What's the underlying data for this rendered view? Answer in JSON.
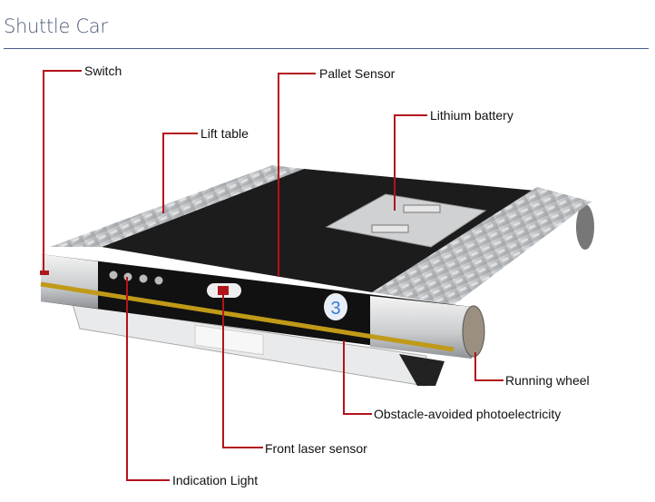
{
  "header": {
    "title": "Shuttle Car"
  },
  "figure": {
    "car_number": "3",
    "labels": {
      "switch": "Switch",
      "pallet_sensor": "Pallet Sensor",
      "lift_table": "Lift table",
      "lithium_battery": "Lithium battery",
      "running_wheel": "Running wheel",
      "obstacle": "Obstacle-avoided photoelectricity",
      "front_laser": "Front laser sensor",
      "indication_light": "Indication Light"
    }
  },
  "colors": {
    "leader": "#b3121c",
    "title": "#4d5b77",
    "rule": "#4a5e8a"
  }
}
